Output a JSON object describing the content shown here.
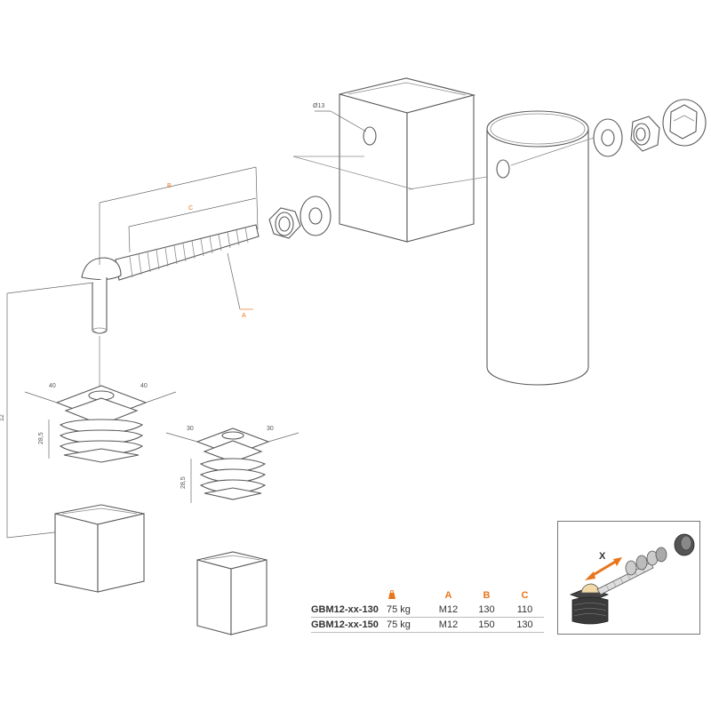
{
  "labels": {
    "hole_diameter": "Ø13",
    "dim_a": "A",
    "dim_b": "B",
    "dim_c": "C",
    "height": "12",
    "cap40_w1": "40",
    "cap40_w2": "40",
    "cap40_h": "28,5",
    "cap30_w1": "30",
    "cap30_w2": "30",
    "cap30_h": "28,5",
    "inset_x": "X"
  },
  "table": {
    "weight_icon": "weight-icon",
    "headers": {
      "a": "A",
      "b": "B",
      "c": "C"
    },
    "rows": [
      {
        "model": "GBM12-xx-130",
        "weight": "75 kg",
        "a": "M12",
        "b": "130",
        "c": "110"
      },
      {
        "model": "GBM12-xx-150",
        "weight": "75 kg",
        "a": "M12",
        "b": "150",
        "c": "130"
      }
    ]
  },
  "colors": {
    "accent": "#e8761e",
    "line": "#5a5a5a"
  }
}
